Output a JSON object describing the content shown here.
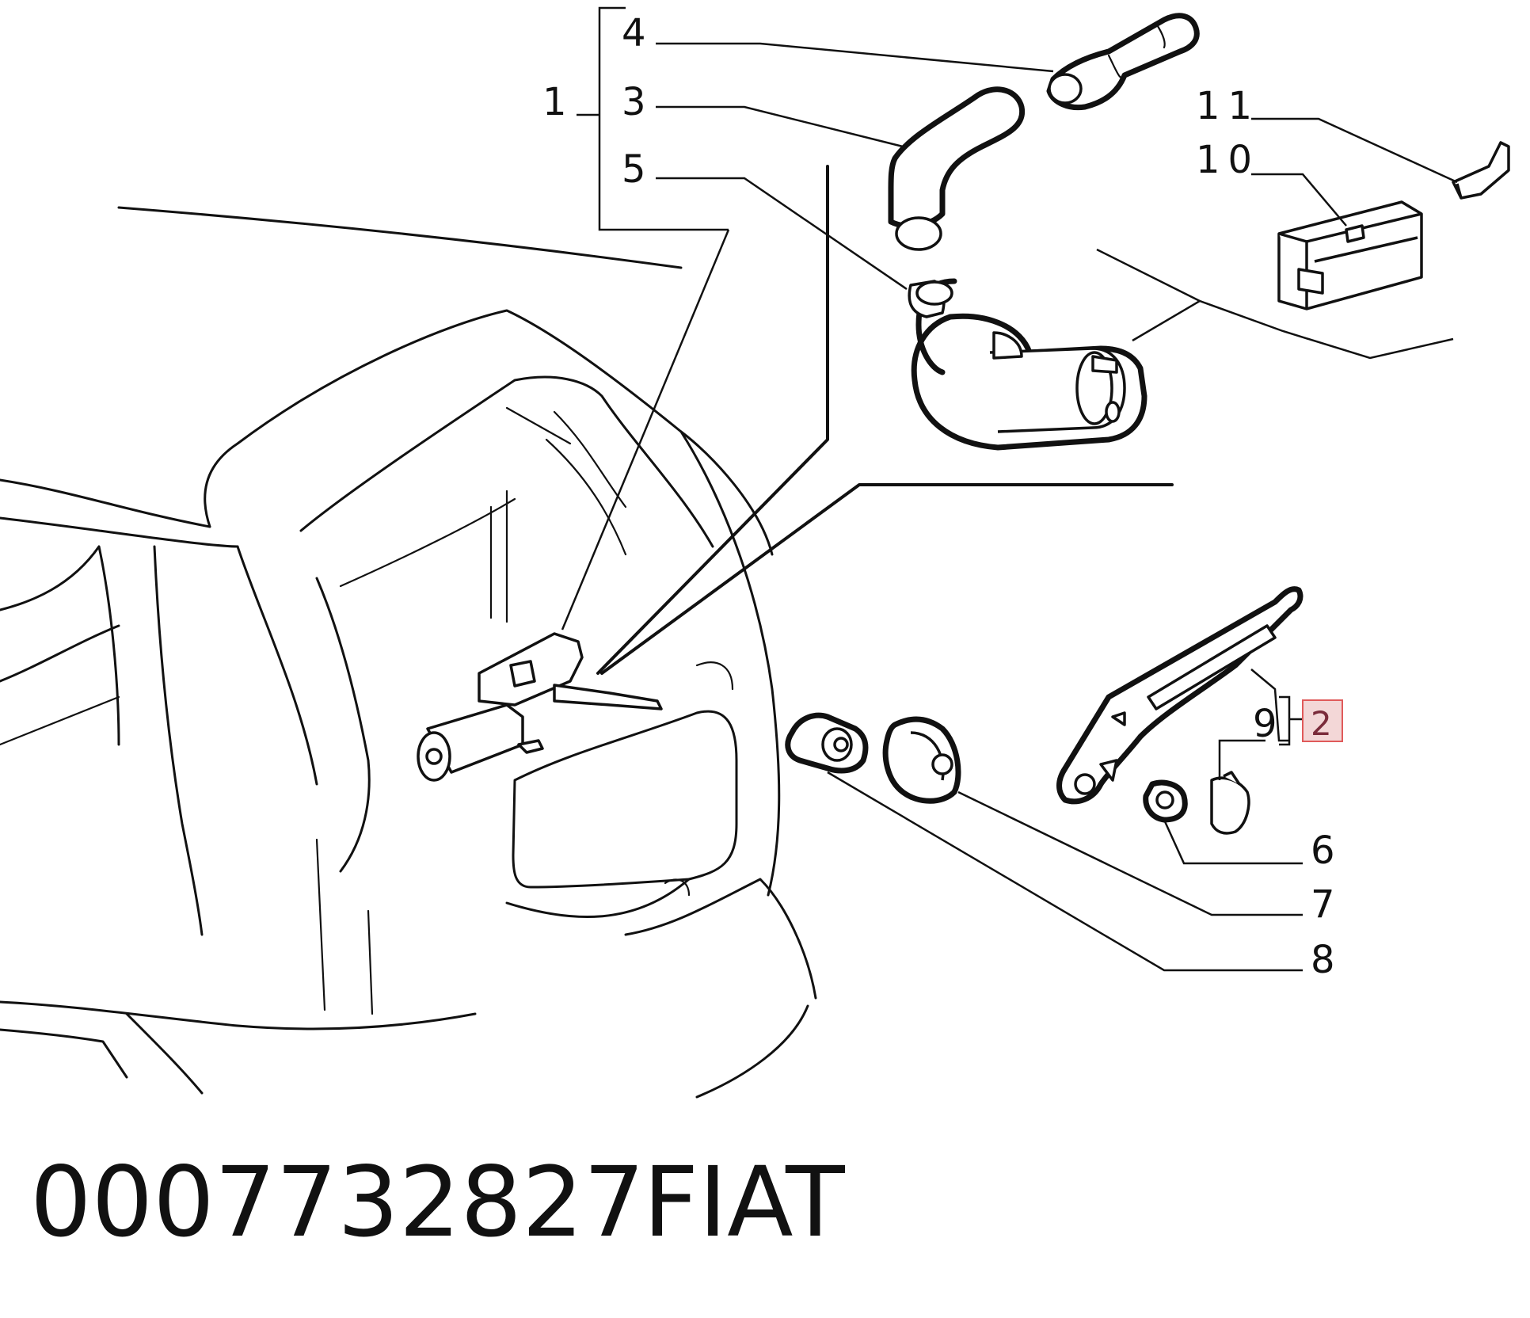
{
  "caption": {
    "part_number": "0007732827",
    "brand": "FIAT"
  },
  "callouts": [
    {
      "id": "c1",
      "label": "1"
    },
    {
      "id": "c2",
      "label": "2",
      "highlighted": true
    },
    {
      "id": "c3",
      "label": "3"
    },
    {
      "id": "c4",
      "label": "4"
    },
    {
      "id": "c5",
      "label": "5"
    },
    {
      "id": "c6",
      "label": "6"
    },
    {
      "id": "c7",
      "label": "7"
    },
    {
      "id": "c8",
      "label": "8"
    },
    {
      "id": "c9",
      "label": "9"
    },
    {
      "id": "c10",
      "label": "10"
    },
    {
      "id": "c11",
      "label": "11"
    }
  ],
  "colors": {
    "line": "#111111",
    "background": "#ffffff",
    "highlight_border": "#e05a5a",
    "highlight_fill": "#f3d7d7",
    "highlight_text": "#7a2b3a"
  }
}
